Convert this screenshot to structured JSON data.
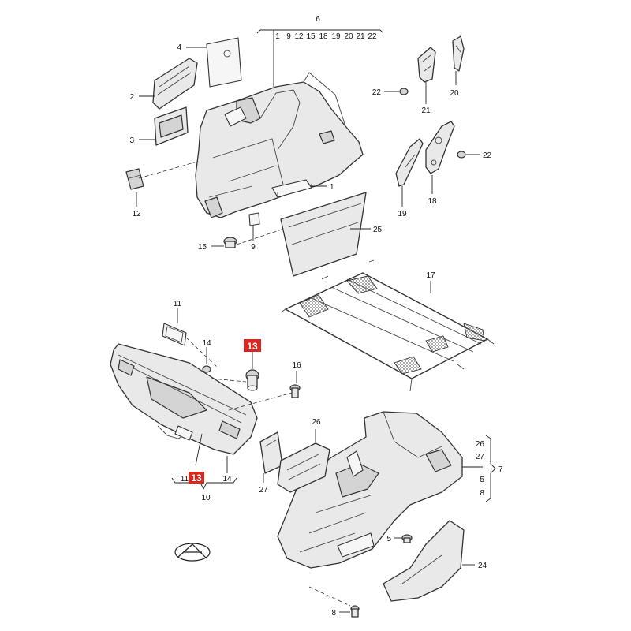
{
  "callouts": {
    "c1": "1",
    "c2": "2",
    "c3": "3",
    "c4": "4",
    "c5": "5",
    "c6": "6",
    "c8": "8",
    "c9": "9",
    "c10": "10",
    "c11": "11",
    "c11b": "11",
    "c12": "12",
    "c13a": "13",
    "c13b": "13",
    "c14": "14",
    "c14b": "14",
    "c15": "15",
    "c16": "16",
    "c17": "17",
    "c18": "18",
    "c19": "19",
    "c20": "20",
    "c21": "21",
    "c22a": "22",
    "c22b": "22",
    "c24": "24",
    "c25": "25",
    "c26": "26",
    "c27": "27"
  },
  "group_6_refs": [
    "1",
    "9",
    "12",
    "15",
    "18",
    "19",
    "20",
    "21",
    "22"
  ],
  "group_7_refs": [
    "26",
    "27",
    "5",
    "8"
  ],
  "group_7_label": "7",
  "highlight_color": "#d9281f"
}
